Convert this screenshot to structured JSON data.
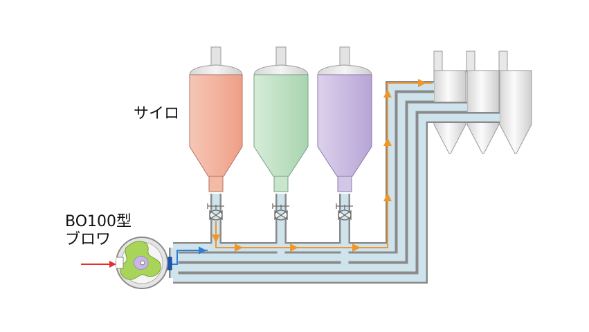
{
  "labels": {
    "silo": "サイロ",
    "blower_model": "BO100型",
    "blower_name": "ブロワ"
  },
  "colors": {
    "silo_1": "#f1b29c",
    "silo_2": "#bfe0c4",
    "silo_3": "#cbbde0",
    "pipe": "#cfe3ec",
    "pipe_outline": "#8a8a8a",
    "flow_air": "#2b7fd6",
    "flow_material": "#f0962a",
    "inlet_arrow": "#e53030",
    "rotor": "#a9d45a",
    "rotor_inner": "#c7b6e6"
  },
  "icons": [
    "valve-icon",
    "blower-icon",
    "inlet-arrow-icon"
  ]
}
